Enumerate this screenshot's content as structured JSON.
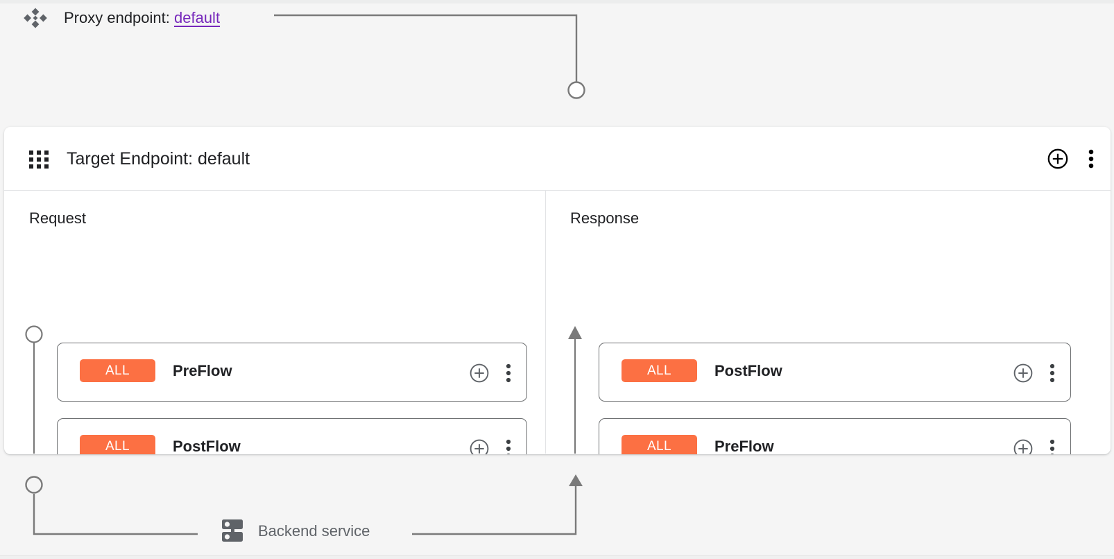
{
  "page": {
    "background_color": "#f5f5f5",
    "card_color": "#ffffff"
  },
  "proxy": {
    "icon": "proxy-endpoint-diamond-icon",
    "label": "Proxy endpoint:",
    "value": "default",
    "value_color": "#7627bb"
  },
  "target_card": {
    "icon": "apps-grid-icon",
    "title": "Target Endpoint: default",
    "actions": {
      "add": "add-circle-icon",
      "more": "more-vert-icon"
    }
  },
  "columns": [
    {
      "id": "request",
      "title": "Request",
      "flows": [
        {
          "badge": "ALL",
          "badge_color": "#fc7043",
          "name": "PreFlow"
        },
        {
          "badge": "ALL",
          "badge_color": "#fc7043",
          "name": "PostFlow"
        }
      ]
    },
    {
      "id": "response",
      "title": "Response",
      "flows": [
        {
          "badge": "ALL",
          "badge_color": "#fc7043",
          "name": "PostFlow"
        },
        {
          "badge": "ALL",
          "badge_color": "#fc7043",
          "name": "PreFlow"
        }
      ]
    }
  ],
  "backend": {
    "icon": "server-rack-icon",
    "label": "Backend service"
  },
  "connector_color": "#7a7a7a"
}
